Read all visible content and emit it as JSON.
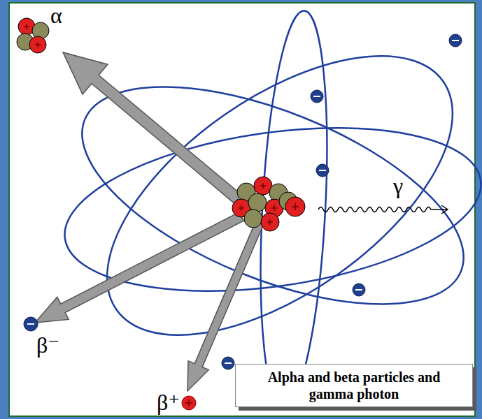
{
  "diagram": {
    "nodes": [
      {
        "text": [
          "Alpha and beta particles and gamma photon"
        ]
      }
    ],
    "labels": [
      "α",
      "γ",
      "β⁻",
      "β⁺"
    ]
  }
}
